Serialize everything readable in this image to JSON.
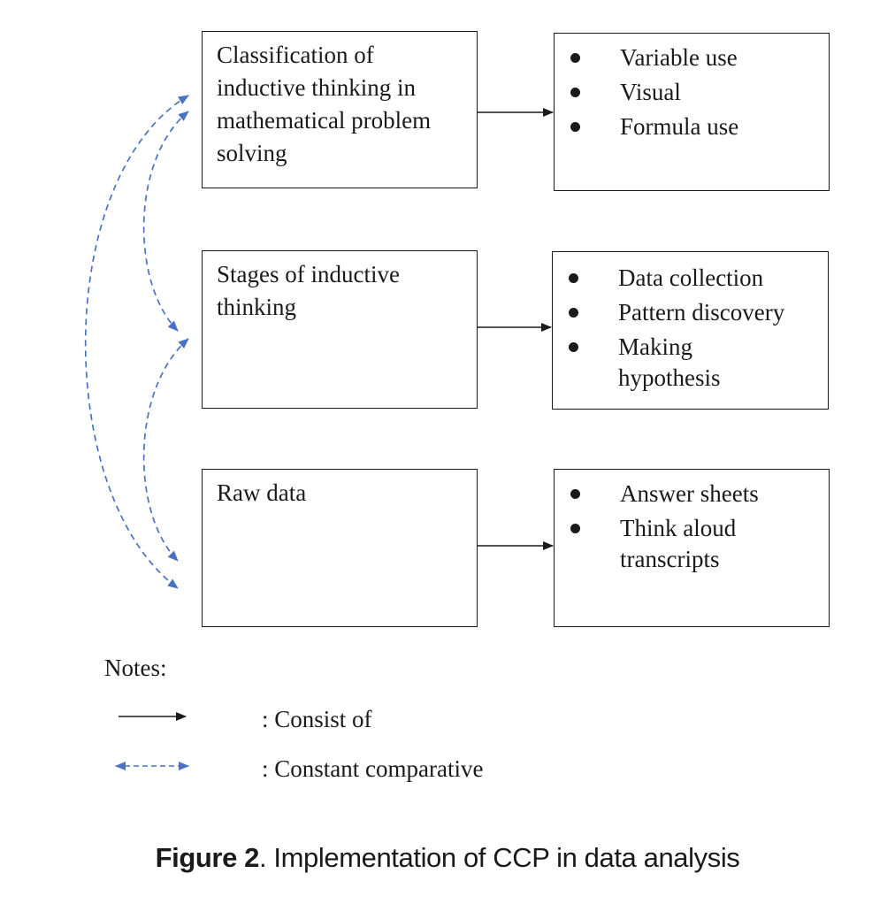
{
  "diagram": {
    "rows": [
      {
        "concept": "Classification of inductive thinking in mathematical problem solving",
        "items": [
          "Variable use",
          "Visual",
          "Formula use"
        ]
      },
      {
        "concept": "Stages of inductive thinking",
        "items": [
          "Data collection",
          "Pattern discovery",
          "Making hypothesis"
        ]
      },
      {
        "concept": "Raw data",
        "items": [
          "Answer sheets",
          "Think aloud transcripts"
        ]
      }
    ],
    "colors": {
      "solid_arrow": "#1a1a1a",
      "dashed_arrow": "#4a72c4"
    }
  },
  "notes": {
    "heading": "Notes:",
    "consist_of": ": Consist of",
    "constant_comparative": ": Constant comparative"
  },
  "caption": {
    "label": "Figure 2",
    "text": ". Implementation of CCP in data analysis"
  }
}
